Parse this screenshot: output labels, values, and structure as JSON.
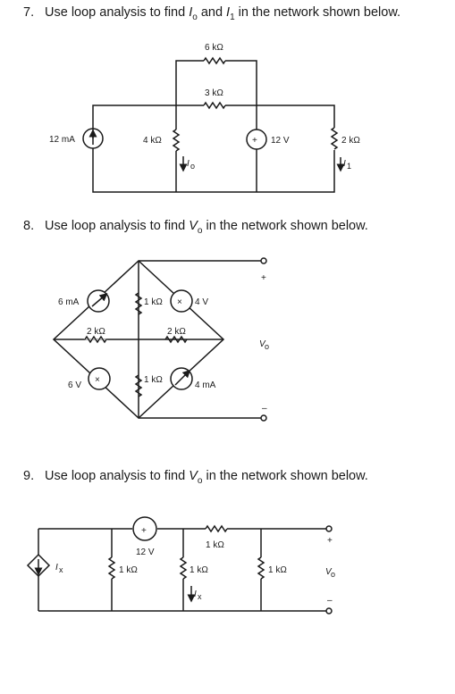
{
  "problems": [
    {
      "number": "7.",
      "statement": "Use loop analysis to find Io and I1 in the network shown below.",
      "parts": [
        "Use loop analysis to find ",
        "I",
        "o",
        " and ",
        "I",
        "1",
        " in the network shown below."
      ],
      "labels": {
        "r_top": "6 kΩ",
        "r_mid": "3 kΩ",
        "r_left": "4 kΩ",
        "r_right": "2 kΩ",
        "current_source": "12 mA",
        "voltage_source": "12 V",
        "io": "I",
        "io_sub": "o",
        "i1": "I",
        "i1_sub": "1",
        "plus": "+"
      }
    },
    {
      "number": "8.",
      "statement": "Use loop analysis to find Vo in the network shown below.",
      "parts": [
        "Use loop analysis to find ",
        "V",
        "o",
        " in the network shown below."
      ],
      "labels": {
        "cs_left": "6 mA",
        "r_upper_center": "1 kΩ",
        "vs_upper": "4 V",
        "r_left": "2 kΩ",
        "r_center": "2 kΩ",
        "vs_lower": "6 V",
        "r_lower_center": "1 kΩ",
        "cs_lower": "4 mA",
        "plus": "+",
        "minus": "–",
        "vo": "V",
        "vo_sub": "o"
      }
    },
    {
      "number": "9.",
      "statement": "Use loop analysis to find Vo in the network shown below.",
      "parts": [
        "Use loop analysis to find ",
        "V",
        "o",
        " in the network shown below."
      ],
      "labels": {
        "ix": "I",
        "ix_sub": "x",
        "vs": "12 V",
        "r1": "1 kΩ",
        "r_top": "1 kΩ",
        "r2": "1 kΩ",
        "r3": "1 kΩ",
        "ix2": "I",
        "ix2_sub": "x",
        "plus": "+",
        "minus": "–",
        "vo": "V",
        "vo_sub": "o"
      }
    }
  ]
}
